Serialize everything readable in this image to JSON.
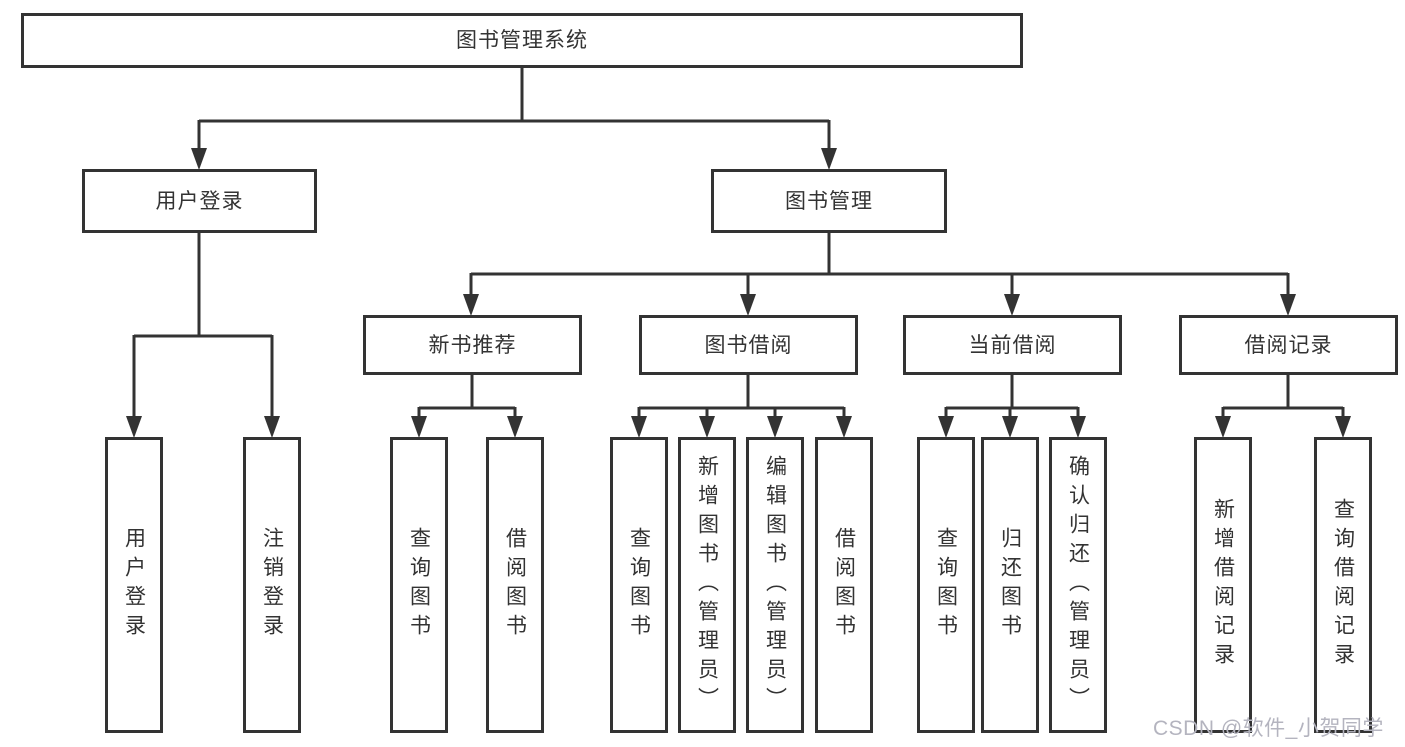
{
  "nodes": {
    "root": "图书管理系统",
    "level2": [
      "用户登录",
      "图书管理"
    ],
    "level3": [
      "新书推荐",
      "图书借阅",
      "当前借阅",
      "借阅记录"
    ],
    "leaves_login": [
      "用户登录",
      "注销登录"
    ],
    "leaves_recommend": [
      "查询图书",
      "借阅图书"
    ],
    "leaves_borrow": [
      "查询图书",
      "新增图书（管理员）",
      "编辑图书（管理员）",
      "借阅图书"
    ],
    "leaves_current": [
      "查询图书",
      "归还图书",
      "确认归还（管理员）"
    ],
    "leaves_record": [
      "新增借阅记录",
      "查询借阅记录"
    ]
  },
  "watermark": "CSDN @软件_小贺同学",
  "colors": {
    "line": "#333333",
    "box_border": "#333333",
    "text": "#333333",
    "watermark": "#b4b4bf",
    "background": "#ffffff"
  }
}
